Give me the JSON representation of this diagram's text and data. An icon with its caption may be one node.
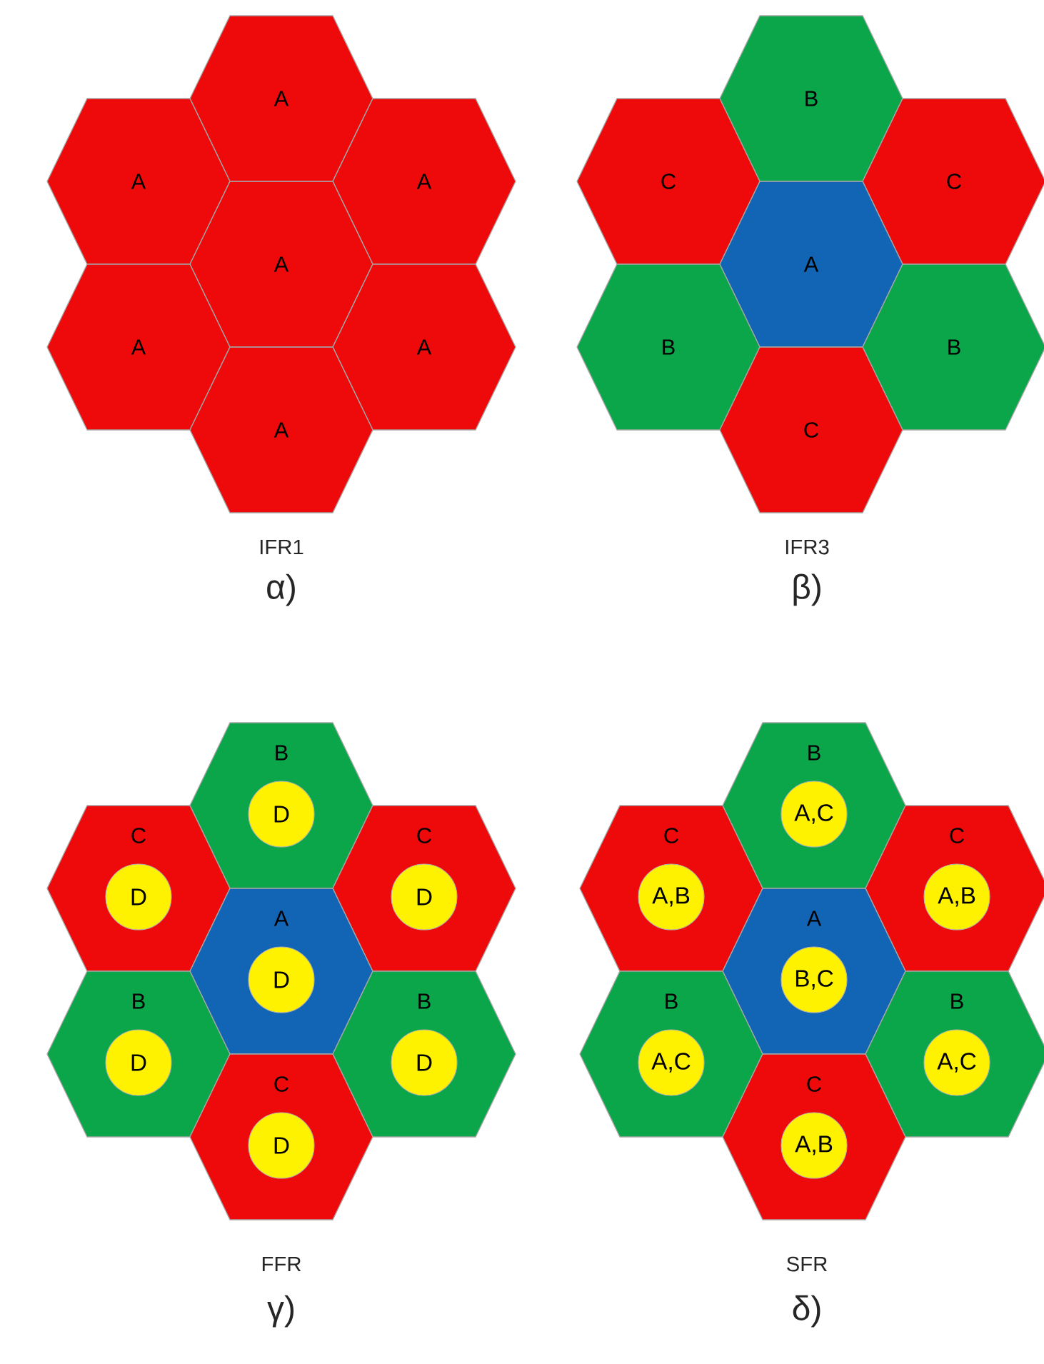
{
  "diagram": {
    "nodes": [
      {
        "text": [
          "A"
        ]
      },
      {
        "text": [
          "A"
        ]
      },
      {
        "text": [
          "A"
        ]
      },
      {
        "text": [
          "A"
        ]
      },
      {
        "text": [
          "A"
        ]
      },
      {
        "text": [
          "A"
        ]
      },
      {
        "text": [
          "A"
        ]
      },
      {
        "text": [
          "B"
        ]
      },
      {
        "text": [
          "C"
        ]
      },
      {
        "text": [
          "C"
        ]
      },
      {
        "text": [
          "A"
        ]
      },
      {
        "text": [
          "B"
        ]
      },
      {
        "text": [
          "B"
        ]
      },
      {
        "text": [
          "C"
        ]
      },
      {
        "text": [
          "B"
        ]
      },
      {
        "text": [
          "D"
        ],
        "in": 14
      },
      {
        "text": [
          "C"
        ]
      },
      {
        "text": [
          "D"
        ],
        "in": 16
      },
      {
        "text": [
          "C"
        ]
      },
      {
        "text": [
          "D"
        ],
        "in": 18
      },
      {
        "text": [
          "A"
        ]
      },
      {
        "text": [
          "D"
        ],
        "in": 20
      },
      {
        "text": [
          "B"
        ]
      },
      {
        "text": [
          "D"
        ],
        "in": 22
      },
      {
        "text": [
          "B"
        ]
      },
      {
        "text": [
          "D"
        ],
        "in": 24
      },
      {
        "text": [
          "C"
        ]
      },
      {
        "text": [
          "D"
        ],
        "in": 26
      },
      {
        "text": [
          "B"
        ]
      },
      {
        "text": [
          "A,C"
        ],
        "in": 28
      },
      {
        "text": [
          "C"
        ]
      },
      {
        "text": [
          "A,B"
        ],
        "in": 30
      },
      {
        "text": [
          "C"
        ]
      },
      {
        "text": [
          "A,B"
        ],
        "in": 32
      },
      {
        "text": [
          "A"
        ]
      },
      {
        "text": [
          "B,C"
        ],
        "in": 34
      },
      {
        "text": [
          "B"
        ]
      },
      {
        "text": [
          "A,C"
        ],
        "in": 36
      },
      {
        "text": [
          "B"
        ]
      },
      {
        "text": [
          "A,C"
        ],
        "in": 38
      },
      {
        "text": [
          "C"
        ]
      },
      {
        "text": [
          "A,B"
        ],
        "in": 40
      }
    ],
    "labels": [
      "IFR1",
      "IFR3",
      "α)",
      "β)",
      "FFR",
      "SFR",
      "γ)",
      "δ)"
    ]
  }
}
